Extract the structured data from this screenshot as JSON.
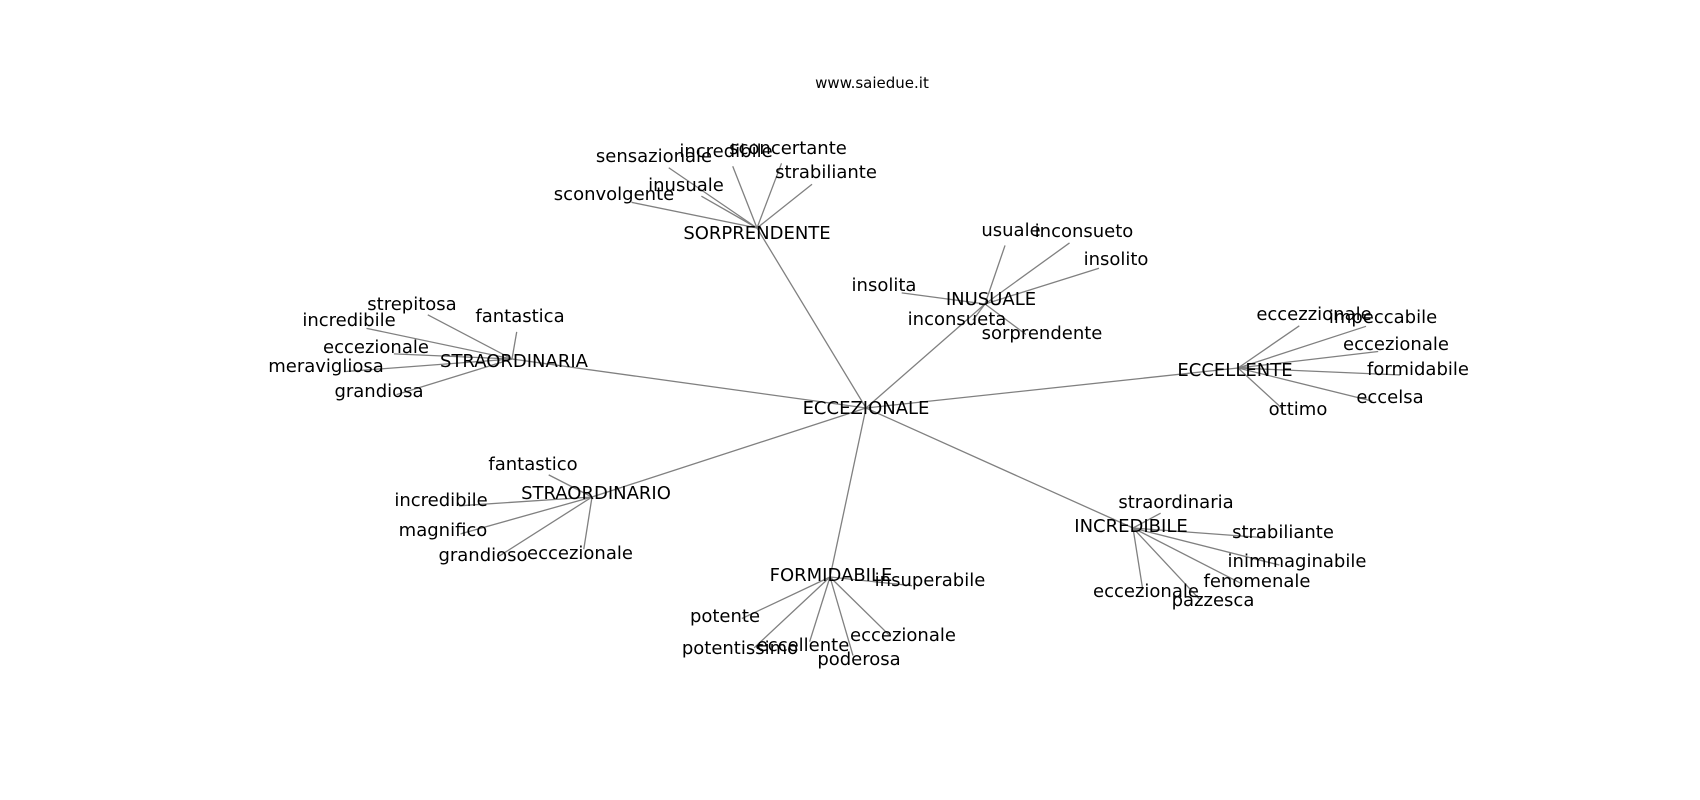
{
  "caption": "www.saiedue.it",
  "colors": {
    "edge": "#808080",
    "text": "#000000",
    "background": "#ffffff"
  },
  "root": "ECCEZIONALE",
  "hubs": [
    {
      "id": "SORPRENDENTE",
      "label": "SORPRENDENTE",
      "leaves": [
        "sensazionale",
        "incredibile",
        "sconcertante",
        "strabiliante",
        "inusuale",
        "sconvolgente"
      ]
    },
    {
      "id": "INUSUALE",
      "label": "INUSUALE",
      "leaves": [
        "usuale",
        "inconsueto",
        "insolito",
        "insolita",
        "inconsueta",
        "sorprendente"
      ]
    },
    {
      "id": "STRAORDINARIA",
      "label": "STRAORDINARIA",
      "leaves": [
        "strepitosa",
        "fantastica",
        "incredibile",
        "eccezionale",
        "meravigliosa",
        "grandiosa"
      ]
    },
    {
      "id": "ECCELLENTE",
      "label": "ECCELLENTE",
      "leaves": [
        "eccezzionale",
        "impeccabile",
        "eccezionale",
        "formidabile",
        "eccelsa",
        "ottimo"
      ]
    },
    {
      "id": "STRAORDINARIO",
      "label": "STRAORDINARIO",
      "leaves": [
        "fantastico",
        "incredibile",
        "magnifico",
        "grandioso",
        "eccezionale"
      ]
    },
    {
      "id": "INCREDIBILE",
      "label": "INCREDIBILE",
      "leaves": [
        "straordinaria",
        "strabiliante",
        "inimmaginabile",
        "fenomenale",
        "eccezionale",
        "pazzesca"
      ]
    },
    {
      "id": "FORMIDABILE",
      "label": "FORMIDABILE",
      "leaves": [
        "insuperabile",
        "potente",
        "potentissimo",
        "eccellente",
        "eccezionale",
        "poderosa"
      ]
    }
  ]
}
